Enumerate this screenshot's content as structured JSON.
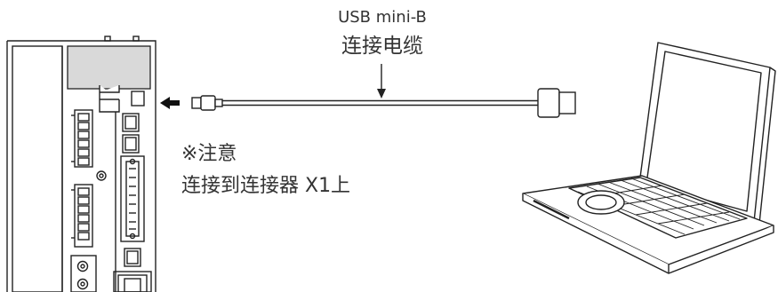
{
  "cable_label": {
    "type": "USB mini-B",
    "name": "连接电缆"
  },
  "note": {
    "title": "※注意",
    "text": "连接到连接器 X1上"
  },
  "icons": {
    "driver": "servo-driver-unit",
    "cable": "usb-cable",
    "computer": "laptop-computer",
    "direction": "arrow-left",
    "pointer": "arrow-down"
  },
  "colors": {
    "line": "#222222",
    "panel": "#d9d9d9",
    "background": "#ffffff"
  }
}
